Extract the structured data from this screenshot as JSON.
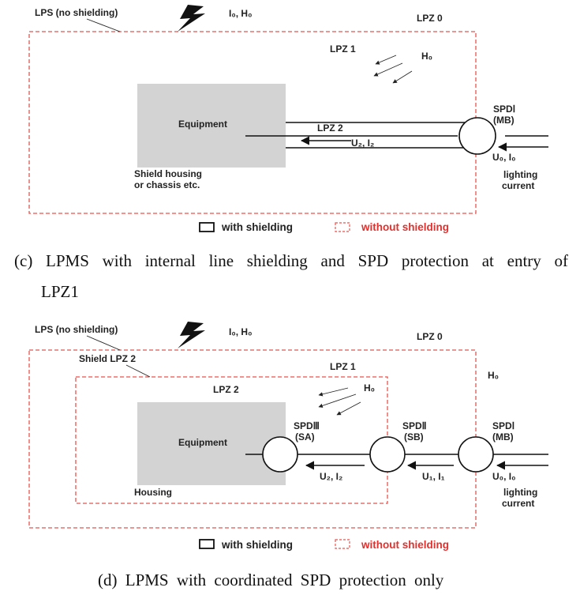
{
  "legend": {
    "with_shielding": "with shielding",
    "without_shielding": "without shielding"
  },
  "diagram_c": {
    "lps": "LPS (no shielding)",
    "source": "I₀, H₀",
    "lpz0": "LPZ 0",
    "lpz1": "LPZ 1",
    "h0": "H₀",
    "equipment": "Equipment",
    "lpz2": "LPZ 2",
    "u2i2": "U₂, I₂",
    "spd1": "SPDⅠ",
    "mb": "(MB)",
    "u0i0": "U₀, I₀",
    "lighting1": "lighting",
    "lighting2": "current",
    "shield1": "Shield housing",
    "shield2": "or chassis etc.",
    "caption_line1": "(c) LPMS with internal line shielding and SPD protection at entry of",
    "caption_line2": "LPZ1"
  },
  "diagram_d": {
    "lps": "LPS (no shielding)",
    "shield_lpz2": "Shield LPZ 2",
    "source": "I₀, H₀",
    "lpz0": "LPZ 0",
    "lpz1": "LPZ 1",
    "lpz2": "LPZ 2",
    "h0_inner": "H₀",
    "h0_outer": "H₀",
    "equipment": "Equipment",
    "housing": "Housing",
    "spd3": "SPDⅢ",
    "sa": "(SA)",
    "spd2": "SPDⅡ",
    "sb": "(SB)",
    "spd1": "SPDⅠ",
    "mb": "(MB)",
    "u2i2": "U₂, I₂",
    "u1i1": "U₁, I₁",
    "u0i0": "U₀, I₀",
    "lighting1": "lighting",
    "lighting2": "current",
    "caption": "(d) LPMS with coordinated SPD protection only"
  }
}
